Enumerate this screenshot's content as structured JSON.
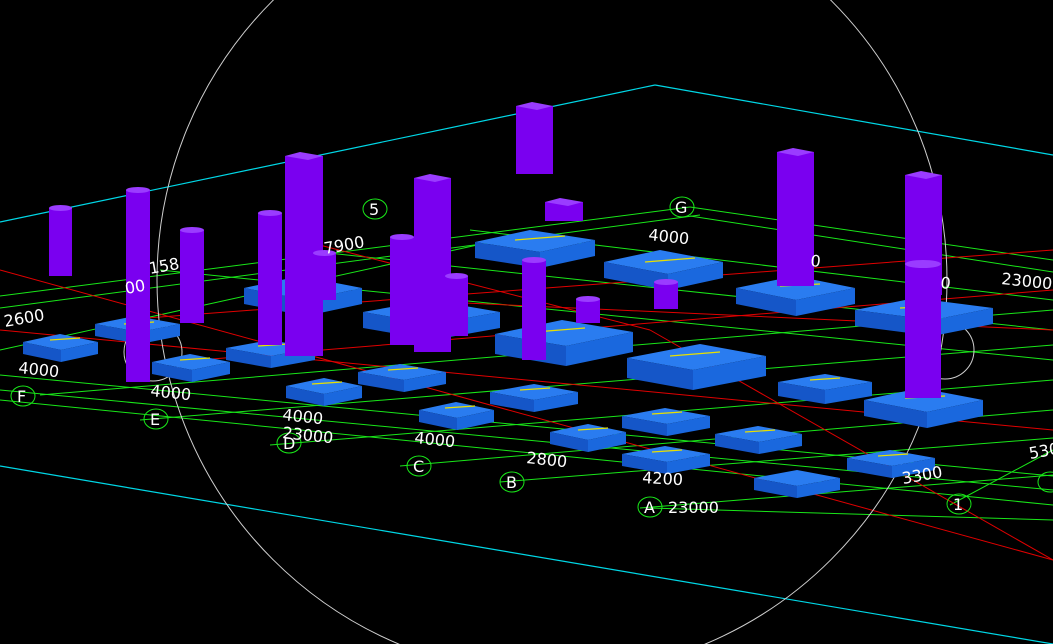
{
  "colors": {
    "background": "#000000",
    "boundary": "#00d7e6",
    "grid": "#19e619",
    "axis_red": "#e00000",
    "footing_top": "#2a7cf0",
    "footing_side": "#1556c8",
    "column": "#7a00f0",
    "column_dark": "#5a00c0",
    "column_top": "#9a3cff",
    "nav_circle": "#cfcfcf"
  },
  "grid_labels": {
    "A": "A",
    "B": "B",
    "C": "C",
    "D": "D",
    "E": "E",
    "F": "F",
    "G": "G",
    "n1": "1",
    "n5": "5"
  },
  "dimensions": {
    "d2600": "2600",
    "d4000_f": "4000",
    "d4000_e": "4000",
    "d4000_d": "4000",
    "d23000_d": "23000",
    "d4000_c": "4000",
    "d2800": "2800",
    "d4200": "4200",
    "d23000_a": "23000",
    "d3300": "3300",
    "d530": "530",
    "d23000_r": "23000",
    "d4000_g": "4000",
    "d158": "158",
    "d7900": "7900",
    "d00_a": "00",
    "d0_b": "0",
    "d0_c": "0"
  }
}
